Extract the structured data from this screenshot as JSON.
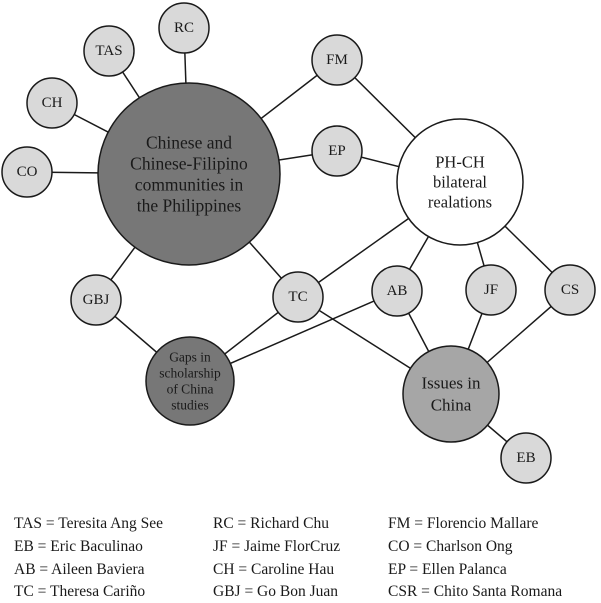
{
  "nodes": [
    {
      "id": "chinese-communities",
      "label": [
        "Chinese and",
        "Chinese-Filipino",
        "communities in",
        "the Philippines"
      ],
      "fill": "#777777"
    },
    {
      "id": "ph-ch",
      "label": [
        "PH-CH",
        "bilateral",
        "realations"
      ],
      "fill": "#ffffff"
    },
    {
      "id": "issues-china",
      "label": [
        "Issues in",
        "China"
      ],
      "fill": "#a6a6a6"
    },
    {
      "id": "gaps",
      "label": [
        "Gaps in",
        "scholarship",
        "of China",
        "studies"
      ],
      "fill": "#777777"
    },
    {
      "id": "TAS",
      "label": [
        "TAS"
      ],
      "fill": "#d9d9d9"
    },
    {
      "id": "RC",
      "label": [
        "RC"
      ],
      "fill": "#d9d9d9"
    },
    {
      "id": "CH",
      "label": [
        "CH"
      ],
      "fill": "#d9d9d9"
    },
    {
      "id": "CO",
      "label": [
        "CO"
      ],
      "fill": "#d9d9d9"
    },
    {
      "id": "FM",
      "label": [
        "FM"
      ],
      "fill": "#d9d9d9"
    },
    {
      "id": "EP",
      "label": [
        "EP"
      ],
      "fill": "#d9d9d9"
    },
    {
      "id": "GBJ",
      "label": [
        "GBJ"
      ],
      "fill": "#d9d9d9"
    },
    {
      "id": "TC",
      "label": [
        "TC"
      ],
      "fill": "#d9d9d9"
    },
    {
      "id": "AB",
      "label": [
        "AB"
      ],
      "fill": "#d9d9d9"
    },
    {
      "id": "JF",
      "label": [
        "JF"
      ],
      "fill": "#d9d9d9"
    },
    {
      "id": "CS",
      "label": [
        "CS"
      ],
      "fill": "#d9d9d9"
    },
    {
      "id": "EB",
      "label": [
        "EB"
      ],
      "fill": "#d9d9d9"
    }
  ],
  "edges": [
    [
      "TAS",
      "chinese-communities"
    ],
    [
      "RC",
      "chinese-communities"
    ],
    [
      "CH",
      "chinese-communities"
    ],
    [
      "CO",
      "chinese-communities"
    ],
    [
      "EP",
      "chinese-communities"
    ],
    [
      "EP",
      "ph-ch"
    ],
    [
      "FM",
      "chinese-communities"
    ],
    [
      "FM",
      "ph-ch"
    ],
    [
      "GBJ",
      "chinese-communities"
    ],
    [
      "GBJ",
      "gaps"
    ],
    [
      "TC",
      "chinese-communities"
    ],
    [
      "TC",
      "ph-ch"
    ],
    [
      "TC",
      "gaps"
    ],
    [
      "TC",
      "issues-china"
    ],
    [
      "AB",
      "ph-ch"
    ],
    [
      "AB",
      "gaps"
    ],
    [
      "AB",
      "issues-china"
    ],
    [
      "JF",
      "ph-ch"
    ],
    [
      "JF",
      "issues-china"
    ],
    [
      "CS",
      "ph-ch"
    ],
    [
      "CS",
      "issues-china"
    ],
    [
      "EB",
      "issues-china"
    ]
  ],
  "legend": [
    [
      "TAS = Teresita Ang See",
      "RC = Richard Chu",
      "FM = Florencio Mallare"
    ],
    [
      "EB = Eric Baculinao",
      "JF = Jaime FlorCruz",
      "CO = Charlson Ong"
    ],
    [
      "AB = Aileen Baviera",
      "CH = Caroline Hau",
      "EP = Ellen Palanca"
    ],
    [
      "TC = Theresa Cariño",
      "GBJ = Go Bon Juan",
      "CSR = Chito Santa Romana"
    ]
  ],
  "colors": {
    "stroke": "#1a1a1a",
    "small_node": "#d9d9d9",
    "dark_node": "#777777",
    "mid_node": "#a6a6a6",
    "light_node": "#ffffff"
  }
}
